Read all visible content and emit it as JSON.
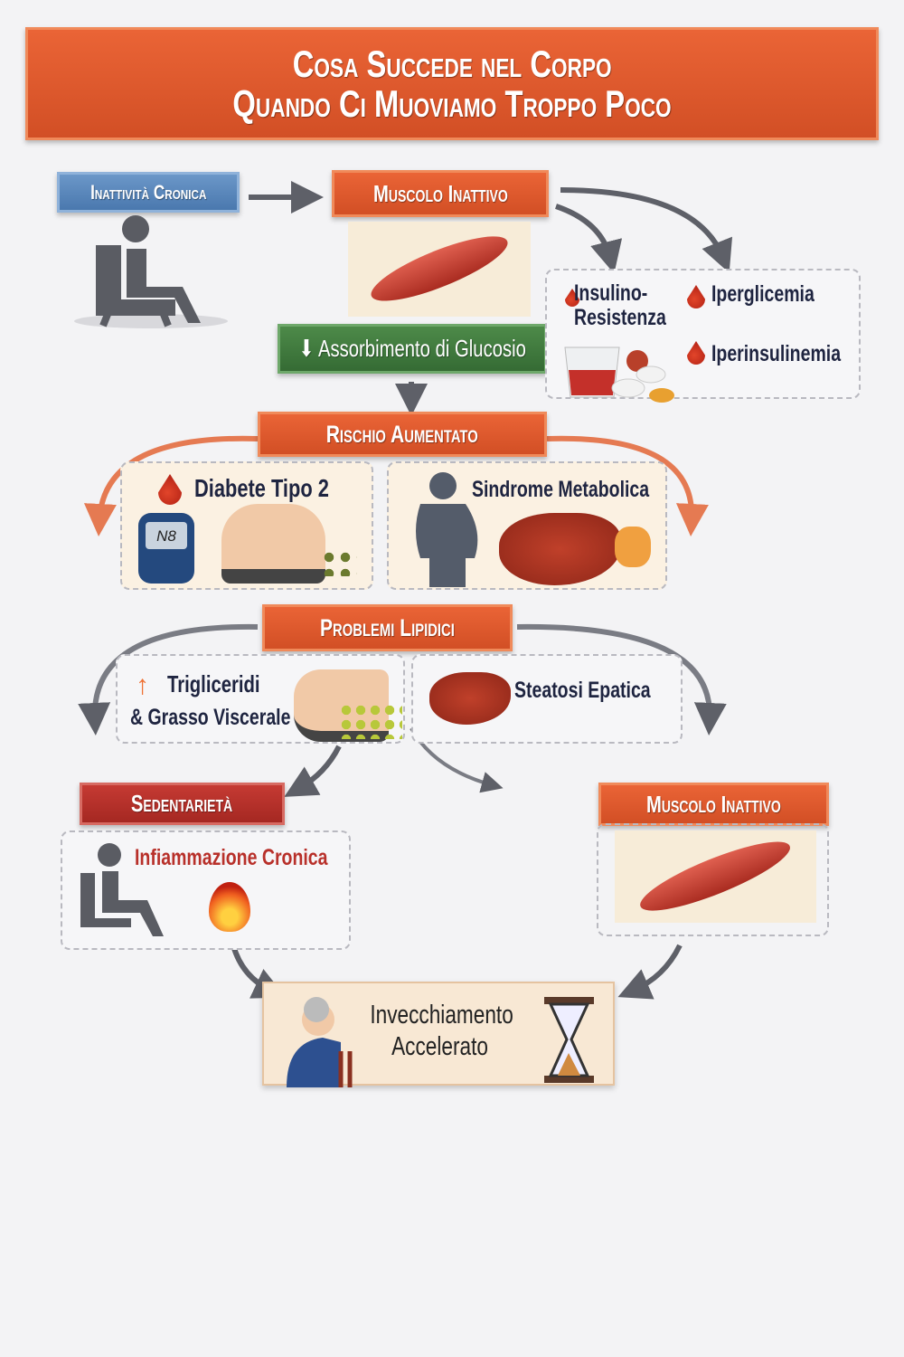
{
  "title": {
    "line1": "Cosa Succede nel Corpo",
    "line2": "Quando Ci Muoviamo Troppo Poco"
  },
  "nodes": {
    "inactivity": "Inattività Cronica",
    "muscle_top": "Muscolo Inattivo",
    "glucose": "⬇ Assorbimento di Glucosio",
    "insulin_res_1": "Insulino-",
    "insulin_res_2": "Resistenza",
    "hyperglycemia": "Iperglicemia",
    "hyperinsulinemia": "Iperinsulinemia",
    "risk": "Rischio Aumentato",
    "diabetes": "Diabete Tipo 2",
    "meter_reading": "N8",
    "metabolic": "Sindrome Metabolica",
    "lipid": "Problemi Lipidici",
    "trig_1": "Trigliceridi",
    "trig_2": "& Grasso Viscerale",
    "steatosis": "Steatosi Epatica",
    "sedentary": "Sedentarietà",
    "inflammation": "Infiammazione Cronica",
    "muscle_bottom": "Muscolo Inattivo",
    "aging_1": "Invecchiamento",
    "aging_2": "Accelerato"
  },
  "colors": {
    "orange": "#e05a2b",
    "blue": "#4f7fb5",
    "green": "#3f7a3e",
    "red": "#b8302a",
    "gray": "#5e6068"
  }
}
